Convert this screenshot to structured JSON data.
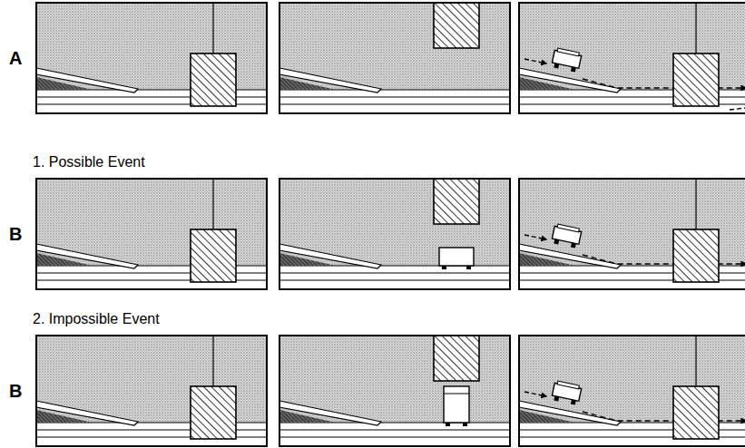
{
  "diagram": {
    "labels": [
      "A",
      "1. Possible Event",
      "B",
      "2. Impossible Event",
      "B"
    ]
  }
}
